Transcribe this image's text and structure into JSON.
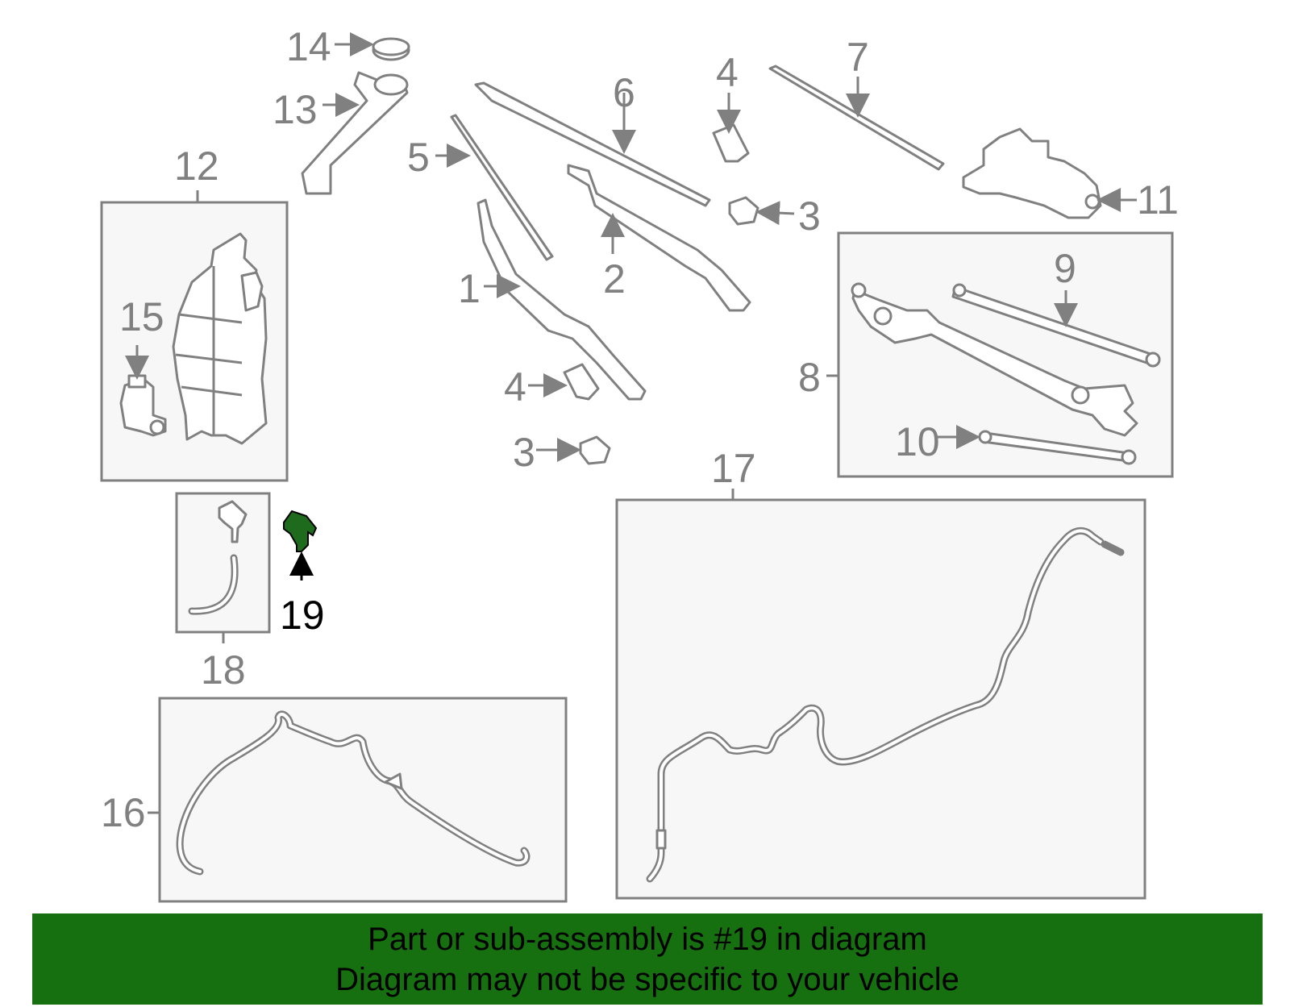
{
  "diagram": {
    "callouts": {
      "c1": "1",
      "c2": "2",
      "c3a": "3",
      "c3b": "3",
      "c4a": "4",
      "c4b": "4",
      "c5": "5",
      "c6": "6",
      "c7": "7",
      "c8": "8",
      "c9": "9",
      "c10": "10",
      "c11": "11",
      "c12": "12",
      "c13": "13",
      "c14": "14",
      "c15": "15",
      "c16": "16",
      "c17": "17",
      "c18": "18",
      "c19": "19"
    },
    "highlighted_part": "19",
    "colors": {
      "line": "#808080",
      "highlight_fill": "#1e6b1e",
      "highlight_text": "#000000",
      "banner_bg": "#17700f",
      "box_fill": "#f7f7f7"
    }
  },
  "banner": {
    "line1": "Part or sub-assembly is #19 in diagram",
    "line2": "Diagram may not be specific to your vehicle"
  }
}
